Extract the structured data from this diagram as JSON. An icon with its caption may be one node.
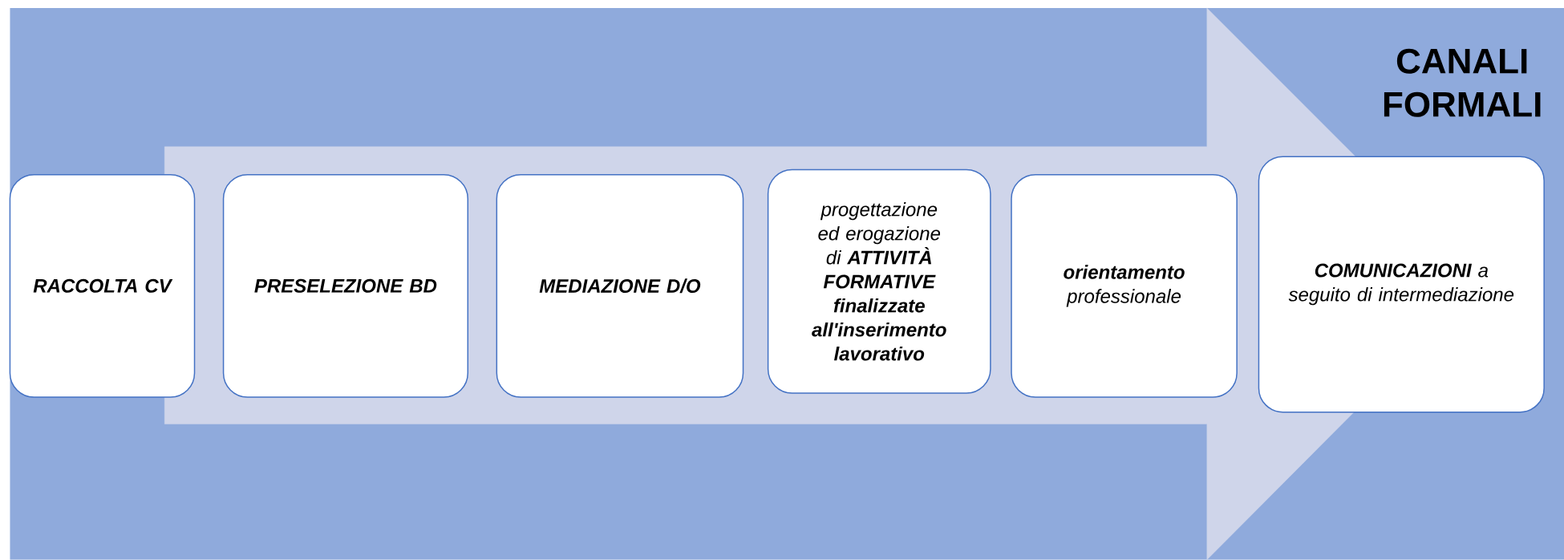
{
  "diagram": {
    "title": "CANALI FORMALI",
    "nodes": [
      {
        "text": [
          "RACCOLTA CV"
        ]
      },
      {
        "text": [
          "PRESELEZIONE BD"
        ]
      },
      {
        "text": [
          "MEDIAZIONE D/O"
        ]
      },
      {
        "text": [
          "progettazione ed erogazione di **ATTIVITÀ FORMATIVE finalizzate all'inserimento lavorativo**"
        ]
      },
      {
        "text": [
          "**orientamento** professionale"
        ]
      },
      {
        "text": [
          "**COMUNICAZIONI** a seguito di intermediazione"
        ]
      }
    ],
    "edges": [
      {
        "from": 0,
        "to": 5,
        "arrow": "to"
      }
    ]
  }
}
